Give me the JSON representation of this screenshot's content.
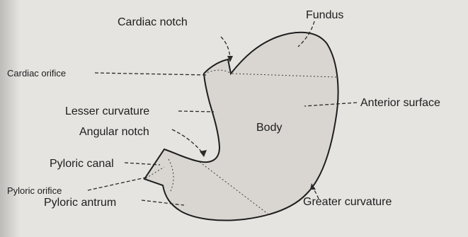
{
  "labels": {
    "fundus": "Fundus",
    "cardiac_notch": "Cardiac notch",
    "cardiac_orifice": "Cardiac orifice",
    "anterior_surface": "Anterior surface",
    "lesser_curvature": "Lesser curvature",
    "body": "Body",
    "angular_notch": "Angular notch",
    "pyloric_canal": "Pyloric canal",
    "pyloric_orifice": "Pyloric orifice",
    "pyloric_antrum": "Pyloric antrum",
    "greater_curvature": "Greater curvature"
  },
  "colors": {
    "background": "#e6e4e1",
    "stomach_fill": "#d9d6d1",
    "line": "#1e1e1e"
  }
}
